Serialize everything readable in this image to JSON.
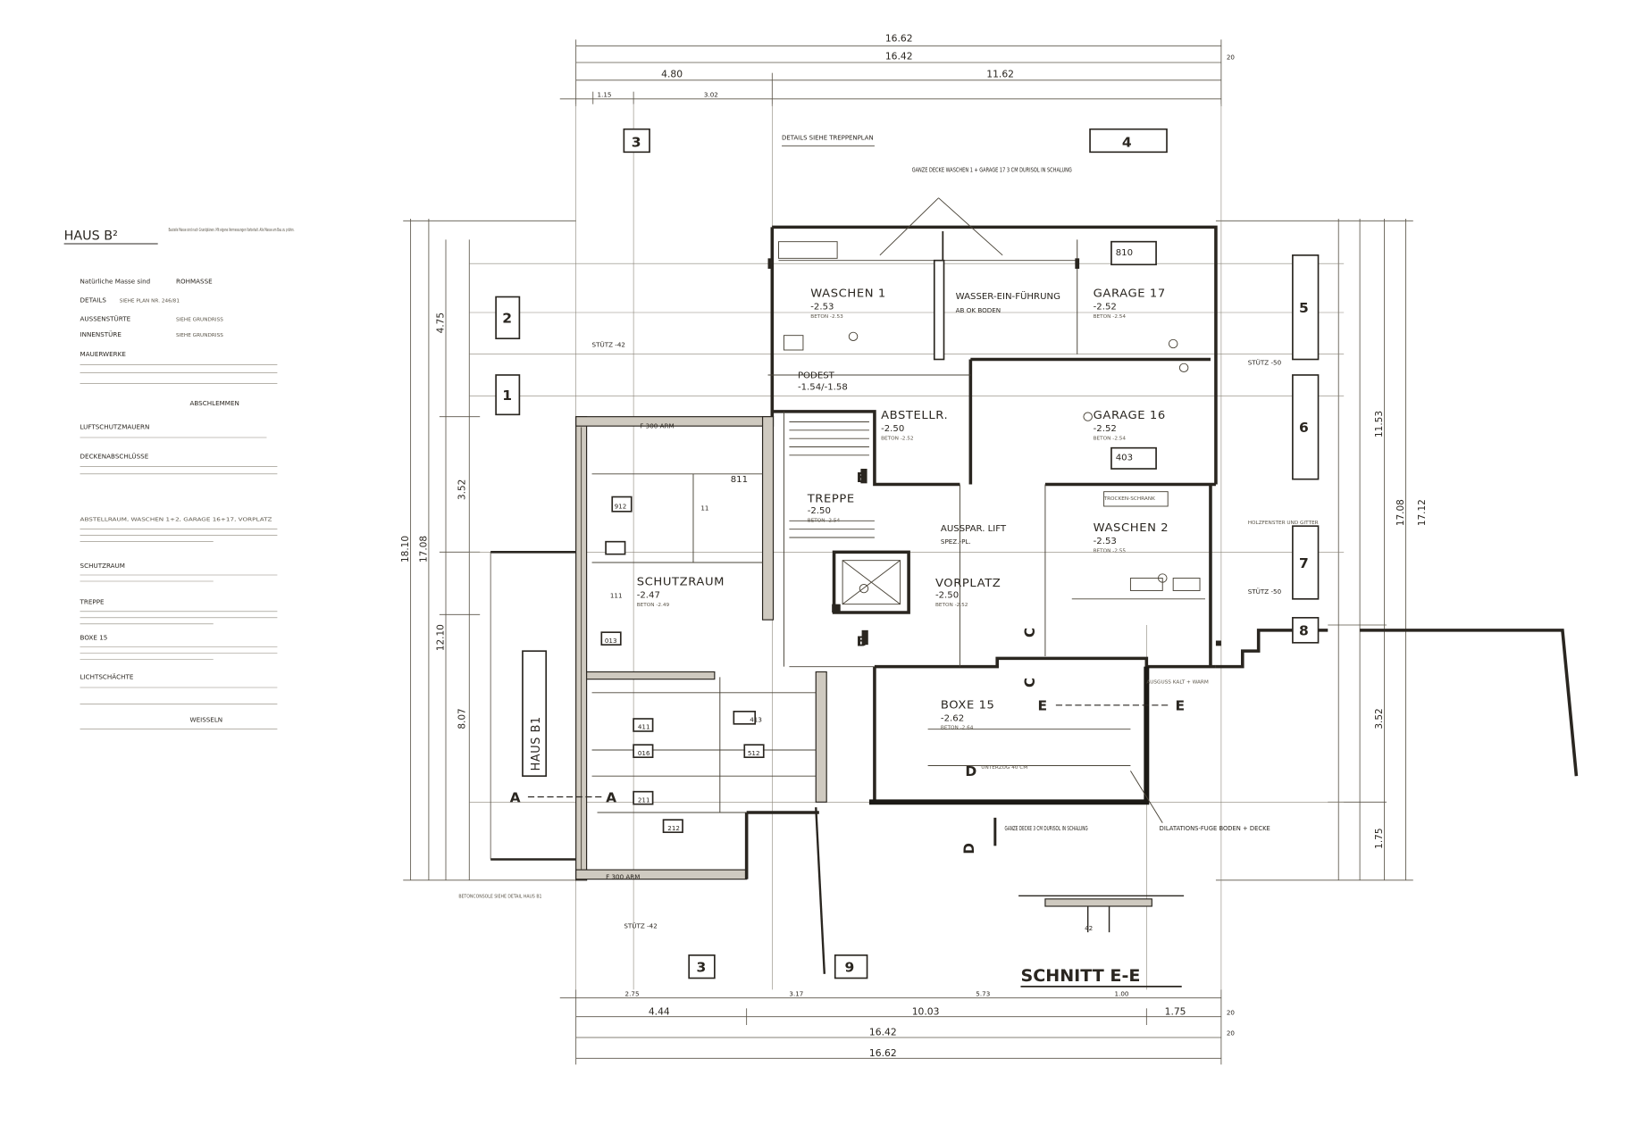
{
  "drawing": {
    "title": "HAUS B²",
    "title_note": "Bauteile Masse sind nach Grundplänen. Mit eigene Vermessungen Vorbehalt. Alle Masse am Bau zu prüfen.",
    "section_title": "SCHNITT E-E",
    "haus_b1_label": "HAUS B1"
  },
  "legend": [
    {
      "key": "Natürliche Masse sind",
      "value": "ROHMASSE"
    },
    {
      "key": "DETAILS",
      "value": "SIEHE PLAN NR. 246/81"
    },
    {
      "key": "AUSSENSTÜRTE",
      "value": "SIEHE GRUNDRISS"
    },
    {
      "key": "INNENSTÜRE",
      "value": "SIEHE GRUNDRISS"
    },
    {
      "key": "MAUERWERKE",
      "value": ""
    },
    {
      "key": "",
      "value": "ABSCHLEMMEN"
    },
    {
      "key": "LUFTSCHUTZMAUERN",
      "value": ""
    },
    {
      "key": "DECKENABSCHLÜSSE",
      "value": ""
    },
    {
      "key": "ABSTELLRAUM, WASCHEN 1+2, GARAGE 16+17, VORPLATZ",
      "value": ""
    },
    {
      "key": "SCHUTZRAUM",
      "value": ""
    },
    {
      "key": "TREPPE",
      "value": ""
    },
    {
      "key": "BOXE 15",
      "value": ""
    },
    {
      "key": "LICHTSCHÄCHTE",
      "value": ""
    },
    {
      "key": "",
      "value": "WEISSELN"
    }
  ],
  "dimensions": {
    "top_overall_outer": "16.62",
    "top_overall_inner": "16.42",
    "top_left": "4.80",
    "top_right": "11.62",
    "bottom_overall_outer": "16.62",
    "bottom_overall_inner": "16.42",
    "bottom_left": "4.44",
    "bottom_mid": "10.03",
    "bottom_right": "1.75",
    "edge_tick": "20",
    "left_outer": "18.10",
    "left_inner": "17.08",
    "left_seg1": "4.75",
    "left_seg2": "3.52",
    "left_seg3": "12.10",
    "left_seg4": "8.07",
    "right_outer": "17.12",
    "right_inner": "17.08",
    "right_seg1": "11.53",
    "right_seg2": "3.52",
    "right_seg3": "1.75",
    "top_small": [
      "1.15",
      "3.02"
    ],
    "bottom_small": [
      "2.75",
      "3.17",
      "5.73",
      "1.00"
    ]
  },
  "axes": {
    "top": [
      "3",
      "4"
    ],
    "bottom": [
      "3",
      "9"
    ],
    "left": [
      "2",
      "1"
    ],
    "right": [
      "5",
      "6",
      "7",
      "8"
    ],
    "sections": [
      "A",
      "A",
      "B",
      "B",
      "C",
      "C",
      "D",
      "D",
      "E",
      "E"
    ]
  },
  "rooms": [
    {
      "name": "WASCHEN 1",
      "level": "-2.53",
      "note": "BETON -2.53"
    },
    {
      "name": "WASSER-EIN-FÜHRUNG",
      "level": "",
      "note": "AB OK BODEN"
    },
    {
      "name": "GARAGE 17",
      "level": "-2.52",
      "note": "BETON -2.54"
    },
    {
      "name": "GARAGE 16",
      "level": "-2.52",
      "note": "BETON -2.54"
    },
    {
      "name": "PODEST",
      "level": "-1.54/-1.58",
      "note": ""
    },
    {
      "name": "ABSTELLR.",
      "level": "-2.50",
      "note": "BETON -2.52"
    },
    {
      "name": "TREPPE",
      "level": "-2.50",
      "note": "BETON -2.54"
    },
    {
      "name": "AUSSPAR. LIFT",
      "level": "",
      "note": "SPEZ.-PL."
    },
    {
      "name": "WASCHEN 2",
      "level": "-2.53",
      "note": "BETON -2.55"
    },
    {
      "name": "VORPLATZ",
      "level": "-2.50",
      "note": "BETON -2.52"
    },
    {
      "name": "SCHUTZRAUM",
      "level": "-2.47",
      "note": "BETON -2.49"
    },
    {
      "name": "BOXE 15",
      "level": "-2.62",
      "note": "BETON -2.64"
    }
  ],
  "annotations": {
    "details": "DETAILS SIEHE TREPPENPLAN",
    "ganze_decke_top": "GANZE DECKE WASCHEN 1 + GARAGE 17 3 CM DURISOL IN SCHALUNG",
    "ganze_decke_bottom": "GANZE DECKE 3 CM DURISOL IN SCHALUNG",
    "dilatation": "DILATATIONS-FUGE BODEN + DECKE",
    "f_arm_top": "F 300 ARM",
    "f_arm_bottom": "F 300 ARM",
    "stutz_top": "STÜTZ -42",
    "stutz_bottom": "STÜTZ -42",
    "stutz_right_top": "STÜTZ -50",
    "stutz_right_bottom": "STÜTZ -50",
    "betonconsole": "BETONCONSOLE SIEHE DETAIL HAUS B1",
    "trockenschrank": "TROCKEN-SCHRANK",
    "holzfenster": "HOLZFENSTER UND GITTER",
    "ausguss": "AUSGUSS KALT + WARM",
    "unterzug": "UNTERZUG 40 CM"
  },
  "small_numbers": [
    "810",
    "403",
    "811",
    "11",
    "912",
    "111",
    "411",
    "413",
    "013",
    "016",
    "211",
    "212",
    "512",
    "42"
  ]
}
